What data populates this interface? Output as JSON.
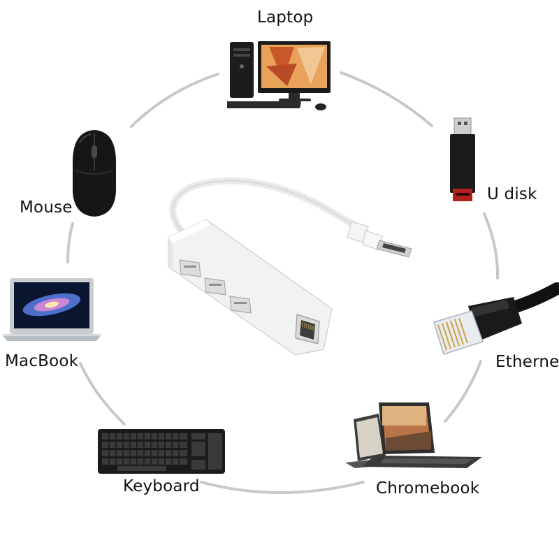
{
  "devices": {
    "laptop": {
      "label": "Laptop",
      "icon": "desktop-computer-icon"
    },
    "u_disk": {
      "label": "U disk",
      "icon": "usb-flash-drive-icon"
    },
    "ethernet": {
      "label": "Ethernet",
      "icon": "rj45-cable-icon"
    },
    "chromebook": {
      "label": "Chromebook",
      "icon": "convertible-laptop-icon"
    },
    "keyboard": {
      "label": "Keyboard",
      "icon": "keyboard-icon"
    },
    "macbook": {
      "label": "MacBook",
      "icon": "laptop-icon"
    },
    "mouse": {
      "label": "Mouse",
      "icon": "mouse-icon"
    }
  },
  "hub": {
    "icon": "usb-c-hub-icon",
    "usb_ports": 3,
    "ethernet_ports": 1
  },
  "colors": {
    "ring": "#c8c8c8",
    "hub_body": "#f2f2f2",
    "text": "#111111"
  }
}
